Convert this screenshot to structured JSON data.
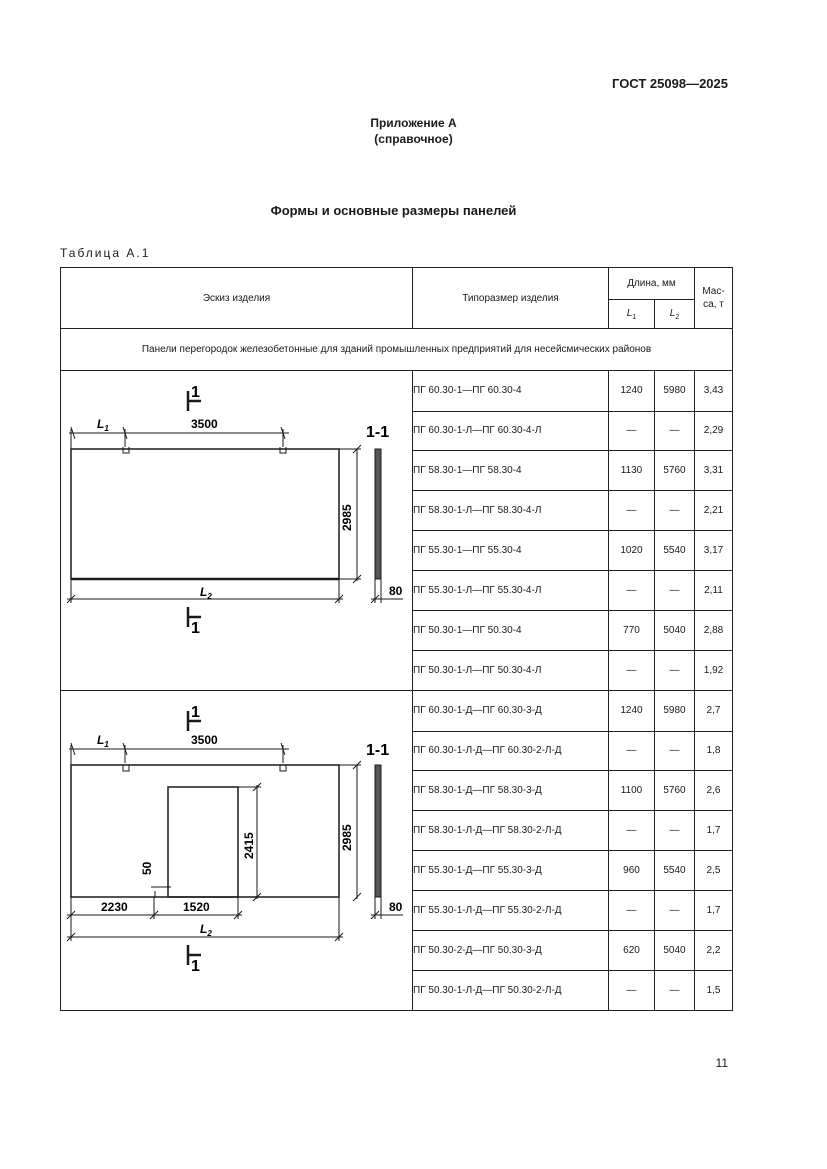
{
  "header": {
    "standard_code": "ГОСТ 25098—2025"
  },
  "annex": {
    "title": "Приложение А",
    "subtitle": "(справочное)"
  },
  "section_title": "Формы и основные размеры панелей",
  "table_label": "Таблица А.1",
  "table": {
    "headers": {
      "sketch": "Эскиз изделия",
      "type_size": "Типоразмер изделия",
      "length": "Длина, мм",
      "l1": "L",
      "l1_sub": "1",
      "l2": "L",
      "l2_sub": "2",
      "mass": "Мас-\nса, т"
    },
    "group_caption": "Панели перегородок железобетонные для зданий промышленных предприятий для несейсмических районов",
    "sketches": {
      "a": {
        "section_top": "1",
        "section_bottom": "1",
        "l1_label": "L",
        "l1_sub": "1",
        "dim_3500": "3500",
        "section_label": "1-1",
        "dim_2985": "2985",
        "l2_label": "L",
        "l2_sub": "2",
        "dim_80": "80"
      },
      "b": {
        "section_top": "1",
        "section_bottom": "1",
        "l1_label": "L",
        "l1_sub": "1",
        "dim_3500": "3500",
        "section_label": "1-1",
        "dim_2415": "2415",
        "dim_2985": "2985",
        "dim_50": "50",
        "dim_2230": "2230",
        "dim_1520": "1520",
        "l2_label": "L",
        "l2_sub": "2",
        "dim_80": "80"
      }
    },
    "rows": [
      {
        "name": "ПГ 60.30-1—ПГ 60.30-4",
        "l1": "1240",
        "l2": "5980",
        "mass": "3,43"
      },
      {
        "name": "ПГ 60.30-1-Л—ПГ 60.30-4-Л",
        "l1": "—",
        "l2": "—",
        "mass": "2,29"
      },
      {
        "name": "ПГ 58.30-1—ПГ 58.30-4",
        "l1": "1130",
        "l2": "5760",
        "mass": "3,31"
      },
      {
        "name": "ПГ 58.30-1-Л—ПГ 58.30-4-Л",
        "l1": "—",
        "l2": "—",
        "mass": "2,21"
      },
      {
        "name": "ПГ 55.30-1—ПГ 55.30-4",
        "l1": "1020",
        "l2": "5540",
        "mass": "3,17"
      },
      {
        "name": "ПГ 55.30-1-Л—ПГ 55.30-4-Л",
        "l1": "—",
        "l2": "—",
        "mass": "2,11"
      },
      {
        "name": "ПГ 50.30-1—ПГ 50.30-4",
        "l1": "770",
        "l2": "5040",
        "mass": "2,88"
      },
      {
        "name": "ПГ 50.30-1-Л—ПГ 50.30-4-Л",
        "l1": "—",
        "l2": "—",
        "mass": "1,92"
      },
      {
        "name": "ПГ 60.30-1-Д—ПГ 60.30-3-Д",
        "l1": "1240",
        "l2": "5980",
        "mass": "2,7"
      },
      {
        "name": "ПГ 60.30-1-Л-Д—ПГ 60.30-2-Л-Д",
        "l1": "—",
        "l2": "—",
        "mass": "1,8"
      },
      {
        "name": "ПГ 58.30-1-Д—ПГ 58.30-3-Д",
        "l1": "1100",
        "l2": "5760",
        "mass": "2,6"
      },
      {
        "name": "ПГ 58.30-1-Л-Д—ПГ 58.30-2-Л-Д",
        "l1": "—",
        "l2": "—",
        "mass": "1,7"
      },
      {
        "name": "ПГ 55.30-1-Д—ПГ 55.30-3-Д",
        "l1": "960",
        "l2": "5540",
        "mass": "2,5"
      },
      {
        "name": "ПГ 55.30-1-Л-Д—ПГ 55.30-2-Л-Д",
        "l1": "—",
        "l2": "—",
        "mass": "1,7"
      },
      {
        "name": "ПГ 50.30-2-Д—ПГ 50.30-3-Д",
        "l1": "620",
        "l2": "5040",
        "mass": "2,2"
      },
      {
        "name": "ПГ 50.30-1-Л-Д—ПГ 50.30-2-Л-Д",
        "l1": "—",
        "l2": "—",
        "mass": "1,5"
      }
    ]
  },
  "page_number": "11"
}
